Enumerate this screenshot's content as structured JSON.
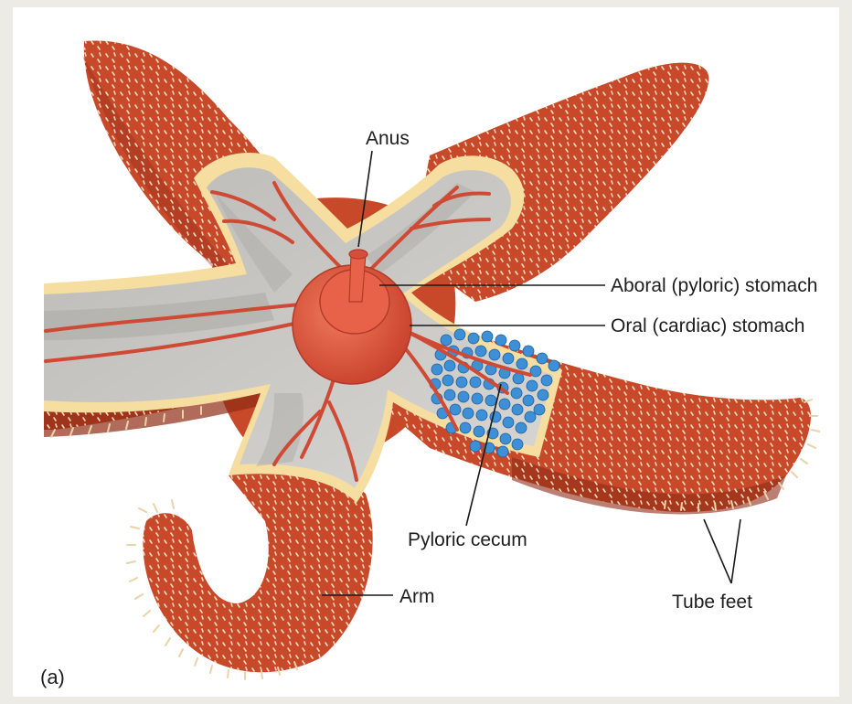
{
  "figure": {
    "panel_label": "(a)",
    "labels": {
      "anus": "Anus",
      "aboral_stomach": "Aboral (pyloric) stomach",
      "oral_stomach": "Oral (cardiac) stomach",
      "pyloric_cecum": "Pyloric cecum",
      "arm": "Arm",
      "tube_feet": "Tube feet"
    }
  },
  "colors": {
    "background": "#ecebe5",
    "skin": "#c8492a",
    "skin_dark": "#8e2c16",
    "rim": "#f6dea0",
    "interior": "#c9c7c3",
    "stomach": "#e0563f",
    "ducts": "#cf4a35",
    "ceca": "#3d8fd6"
  }
}
